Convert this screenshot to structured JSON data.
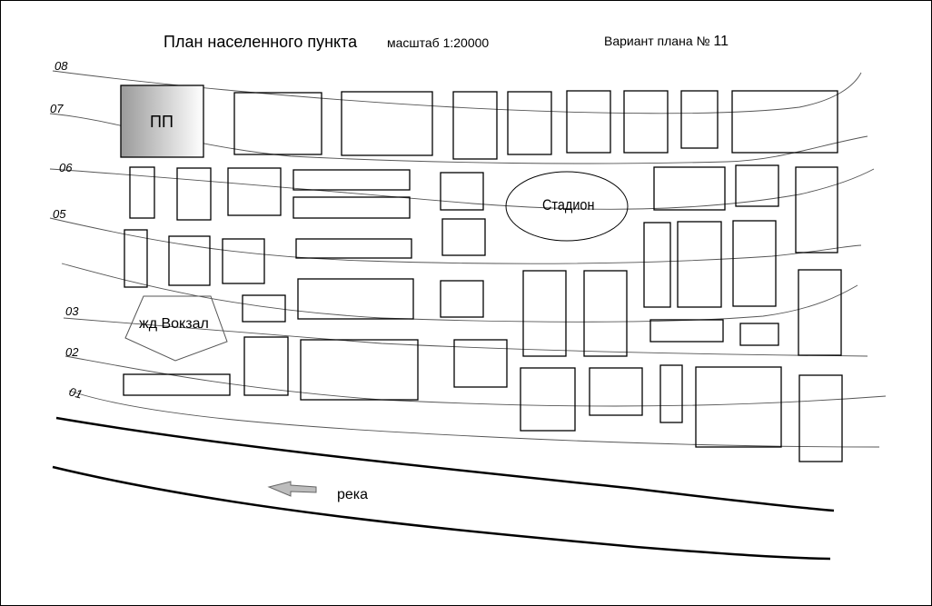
{
  "header": {
    "title": "План населенного пункта",
    "scale": "масштаб 1:20000",
    "variant_label": "Вариант плана №",
    "variant_number": "11"
  },
  "contours": [
    "08",
    "07",
    "06",
    "05",
    "03",
    "02",
    "01"
  ],
  "labels": {
    "pp": "ПП",
    "stadium": "Стадион",
    "station": "жд Вокзал",
    "river": "река"
  },
  "colors": {
    "line": "#000000",
    "contour": "#555555",
    "pp_fill_dark": "#9a9a9a",
    "pp_fill_light": "#ffffff",
    "arrow_fill": "#bdbdbd"
  },
  "icons": [
    "river-flow-arrow-icon"
  ]
}
